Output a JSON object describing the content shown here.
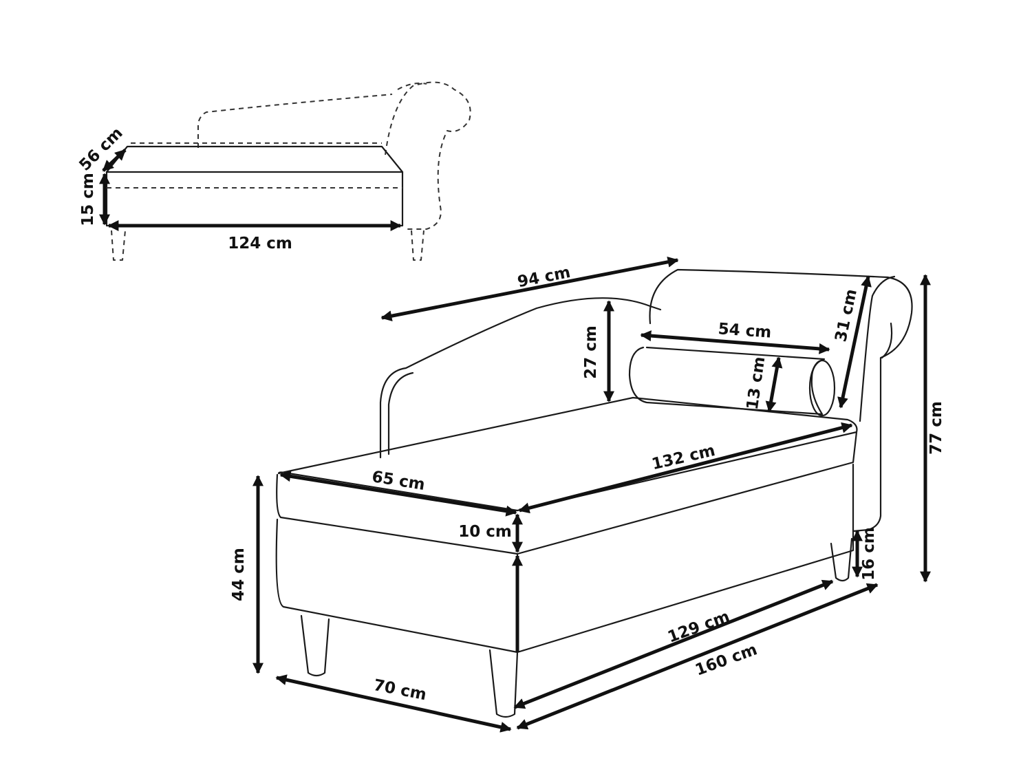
{
  "diagram": {
    "type": "product-dimension-drawing",
    "stroke_color": "#1a1a1a",
    "background_color": "#ffffff",
    "storage_inset": {
      "labels": {
        "depth": "56 cm",
        "height": "15 cm",
        "length": "124 cm"
      }
    },
    "main_view": {
      "labels": {
        "backrest_length": "94 cm",
        "backrest_height": "27 cm",
        "bolster_length": "54 cm",
        "bolster_diameter": "13 cm",
        "armrest_height": "31 cm",
        "total_height": "77 cm",
        "seat_length": "132 cm",
        "seat_depth": "65 cm",
        "cushion_thickness": "10 cm",
        "seat_height": "44 cm",
        "leg_height": "16 cm",
        "base_length": "129 cm",
        "total_length": "160 cm",
        "total_depth": "70 cm"
      }
    }
  }
}
